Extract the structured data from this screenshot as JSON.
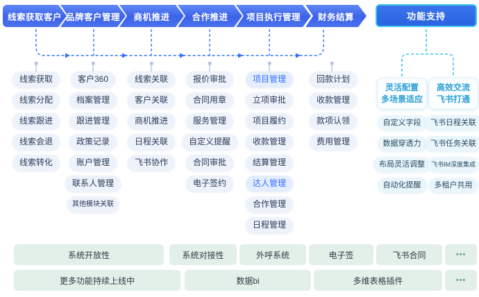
{
  "flow": {
    "stages": [
      {
        "label": "线索获取客户"
      },
      {
        "label": "品牌客户管理"
      },
      {
        "label": "商机推进"
      },
      {
        "label": "合作推进"
      },
      {
        "label": "项目执行管理"
      },
      {
        "label": "财务结算"
      }
    ],
    "support": {
      "label": "功能支持"
    }
  },
  "columns": [
    {
      "items": [
        {
          "label": "线索获取"
        },
        {
          "label": "线索分配"
        },
        {
          "label": "线索跟进"
        },
        {
          "label": "线索会退"
        },
        {
          "label": "线索转化"
        }
      ]
    },
    {
      "items": [
        {
          "label": "客户360"
        },
        {
          "label": "档案管理"
        },
        {
          "label": "跟进管理"
        },
        {
          "label": "政策记录"
        },
        {
          "label": "账户管理"
        },
        {
          "label": "联系人管理"
        },
        {
          "label": "其他模块关联"
        }
      ]
    },
    {
      "items": [
        {
          "label": "线索关联"
        },
        {
          "label": "客户关联"
        },
        {
          "label": "商机推进"
        },
        {
          "label": "日程关联"
        },
        {
          "label": "飞书协作"
        }
      ]
    },
    {
      "items": [
        {
          "label": "报价审批"
        },
        {
          "label": "合同用章"
        },
        {
          "label": "服务管理"
        },
        {
          "label": "自定义提醒"
        },
        {
          "label": "合同审批"
        },
        {
          "label": "电子签约"
        }
      ]
    },
    {
      "items": [
        {
          "label": "项目管理",
          "highlight": true
        },
        {
          "label": "立项审批"
        },
        {
          "label": "项目履约"
        },
        {
          "label": "收款管理"
        },
        {
          "label": "结算管理"
        },
        {
          "label": "达人管理",
          "highlight": true
        },
        {
          "label": "合作管理"
        },
        {
          "label": "日程管理"
        }
      ]
    },
    {
      "items": [
        {
          "label": "回款计划"
        },
        {
          "label": "收款管理"
        },
        {
          "label": "款项认领"
        },
        {
          "label": "费用管理"
        }
      ]
    }
  ],
  "support_panel": {
    "groups": [
      {
        "title_line1": "灵活配置",
        "title_line2": "多场景适应",
        "items": [
          {
            "label": "自定义字段"
          },
          {
            "label": "数据穿透力"
          },
          {
            "label": "布局灵活调整"
          },
          {
            "label": "自动化提醒"
          }
        ]
      },
      {
        "title_line1": "高效交流",
        "title_line2": "飞书打通",
        "items": [
          {
            "label": "飞书日程关联"
          },
          {
            "label": "飞书任务关联"
          },
          {
            "label": "飞书IM深度集成"
          },
          {
            "label": "多租户共用"
          }
        ]
      }
    ]
  },
  "bottom": {
    "row1": [
      {
        "label": "系统开放性"
      },
      {
        "label": "系统对接性"
      },
      {
        "label": "外呼系统"
      },
      {
        "label": "电子签"
      },
      {
        "label": "飞书合同"
      },
      {
        "label": "•••"
      }
    ],
    "row2": [
      {
        "label": "更多功能持续上线中"
      },
      {
        "label": "数据bi"
      },
      {
        "label": "多维表格插件"
      },
      {
        "label": "•••"
      }
    ]
  },
  "colors": {
    "arrow_blue_top": "#6089f6",
    "arrow_blue": "#3c62e8",
    "support_border_cyan": "#3ec7f1",
    "support_fill_blue": "#2b63e2",
    "connector_blue": "#3370ff",
    "connector_cyan": "#38c3ee",
    "connector_gray": "#cbd6ea",
    "pill_bg": "#eef2fb",
    "pill_text": "#2a3b55",
    "pill_highlight_bg": "#e4edfe",
    "pill_highlight_text": "#3370ff",
    "support_title_text": "#2f9fd6",
    "support_pill_bg": "#eaf6fc",
    "bottom_box_bg": "#e2f0e9",
    "bottom_dots": "#6fa38b"
  }
}
